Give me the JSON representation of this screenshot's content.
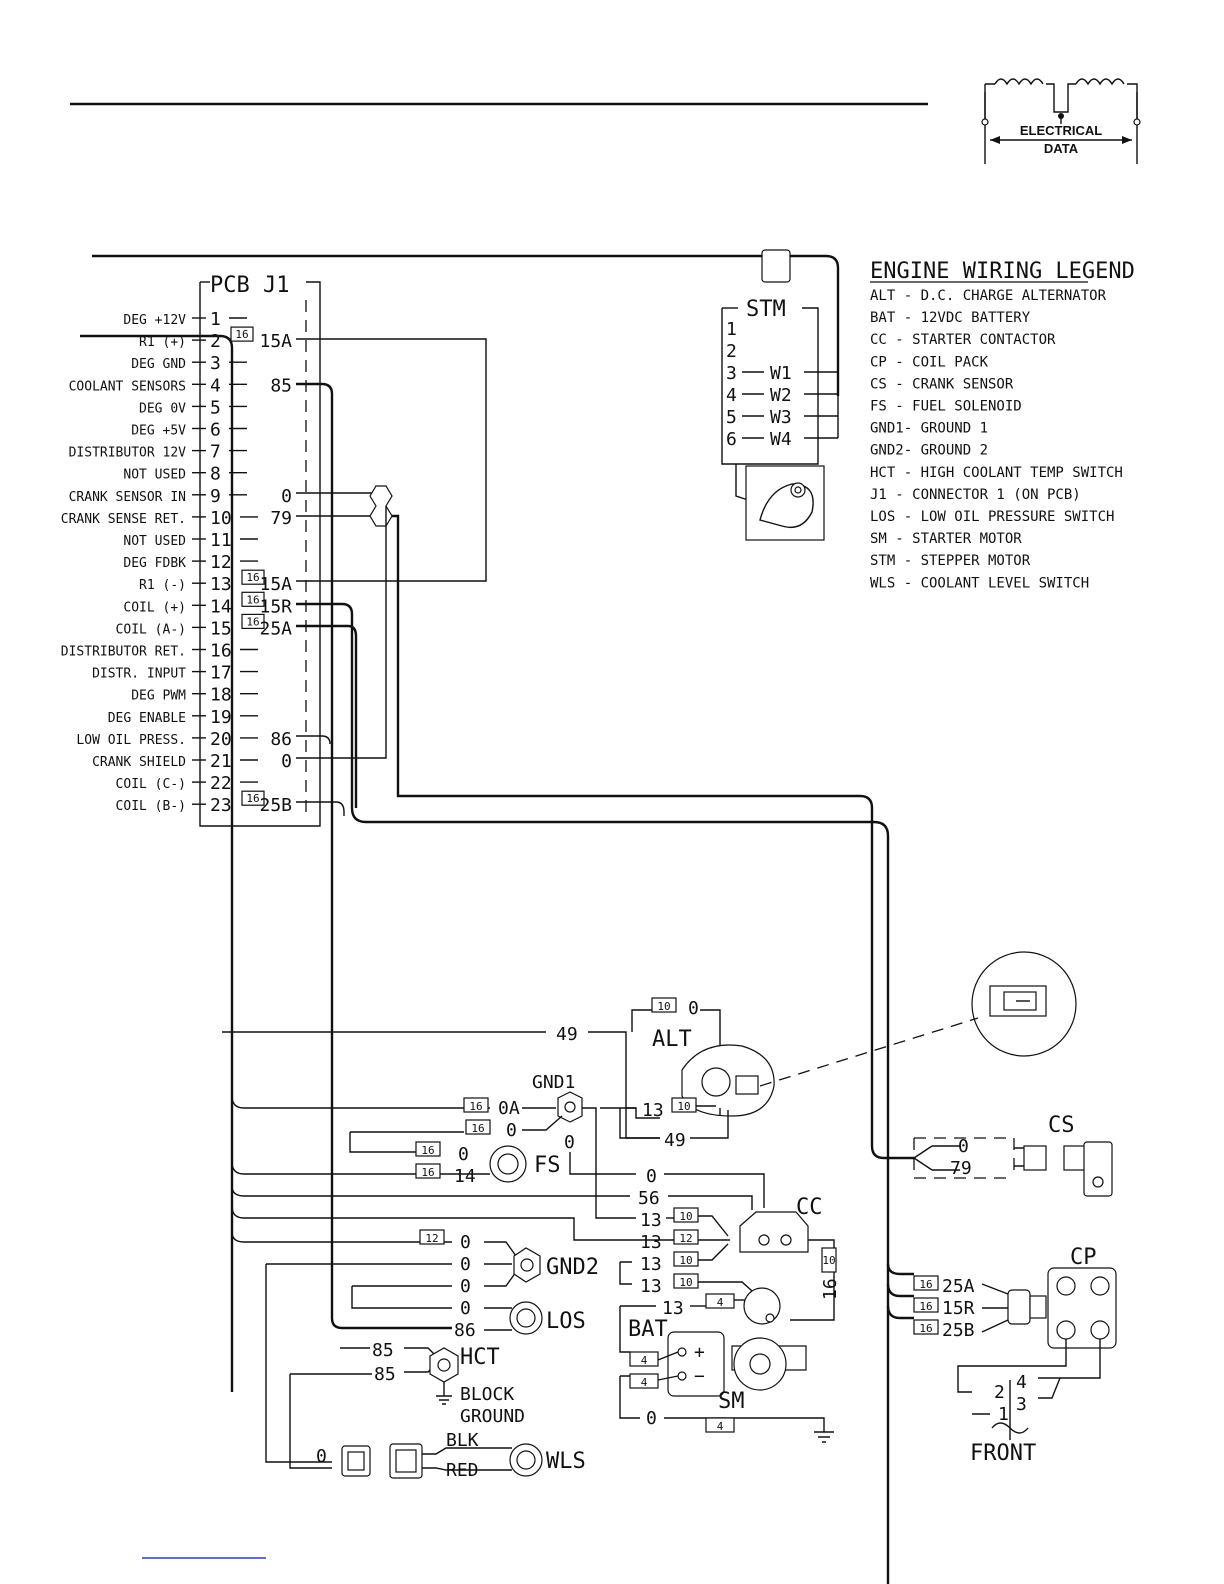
{
  "logo": {
    "line1": "ELECTRICAL",
    "line2": "DATA"
  },
  "pcb": {
    "title": "PCB  J1",
    "pins": [
      {
        "num": "1",
        "name": "DEG +12V",
        "wire": ""
      },
      {
        "num": "2",
        "name": "R1 (+)",
        "wire": "15A",
        "gauge": "16"
      },
      {
        "num": "3",
        "name": "DEG GND",
        "wire": ""
      },
      {
        "num": "4",
        "name": "COOLANT SENSORS",
        "wire": "85"
      },
      {
        "num": "5",
        "name": "DEG 0V",
        "wire": ""
      },
      {
        "num": "6",
        "name": "DEG +5V",
        "wire": ""
      },
      {
        "num": "7",
        "name": "DISTRIBUTOR 12V",
        "wire": ""
      },
      {
        "num": "8",
        "name": "NOT USED",
        "wire": ""
      },
      {
        "num": "9",
        "name": "CRANK SENSOR IN",
        "wire": "0"
      },
      {
        "num": "10",
        "name": "CRANK SENSE RET.",
        "wire": "79"
      },
      {
        "num": "11",
        "name": "NOT USED",
        "wire": ""
      },
      {
        "num": "12",
        "name": "DEG FDBK",
        "wire": ""
      },
      {
        "num": "13",
        "name": "R1 (-)",
        "wire": "15A",
        "gauge": "16"
      },
      {
        "num": "14",
        "name": "COIL (+)",
        "wire": "15R",
        "gauge": "16"
      },
      {
        "num": "15",
        "name": "COIL (A-)",
        "wire": "25A",
        "gauge": "16"
      },
      {
        "num": "16",
        "name": "DISTRIBUTOR RET.",
        "wire": ""
      },
      {
        "num": "17",
        "name": "DISTR. INPUT",
        "wire": ""
      },
      {
        "num": "18",
        "name": "DEG PWM",
        "wire": ""
      },
      {
        "num": "19",
        "name": "DEG ENABLE",
        "wire": ""
      },
      {
        "num": "20",
        "name": "LOW OIL PRESS.",
        "wire": "86"
      },
      {
        "num": "21",
        "name": "CRANK SHIELD",
        "wire": "0"
      },
      {
        "num": "22",
        "name": "COIL (C-)",
        "wire": ""
      },
      {
        "num": "23",
        "name": "COIL (B-)",
        "wire": "25B",
        "gauge": "16"
      }
    ]
  },
  "stm": {
    "title": "STM",
    "pins": [
      "1",
      "2",
      "3",
      "4",
      "5",
      "6"
    ],
    "wires": [
      "W1",
      "W2",
      "W3",
      "W4"
    ]
  },
  "legend": {
    "title": "ENGINE WIRING LEGEND",
    "items": [
      "ALT - D.C. CHARGE ALTERNATOR",
      "BAT - 12VDC BATTERY",
      "CC  - STARTER CONTACTOR",
      "CP  - COIL PACK",
      "CS  - CRANK SENSOR",
      "FS  - FUEL SOLENOID",
      "GND1- GROUND 1",
      "GND2- GROUND 2",
      "HCT - HIGH COOLANT TEMP SWITCH",
      "J1 -  CONNECTOR 1 (ON  PCB)",
      "LOS - LOW OIL PRESSURE SWITCH",
      "SM  - STARTER MOTOR",
      "STM - STEPPER MOTOR",
      "WLS - COOLANT LEVEL SWITCH"
    ]
  },
  "components": {
    "alt": "ALT",
    "gnd1": "GND1",
    "fs": "FS",
    "cc": "CC",
    "gnd2": "GND2",
    "los": "LOS",
    "bat": "BAT",
    "sm": "SM",
    "hct": "HCT",
    "block_ground_1": "BLOCK",
    "block_ground_2": "GROUND",
    "wls": "WLS",
    "cs": "CS",
    "cp": "CP",
    "front": "FRONT"
  },
  "wire_labels": {
    "w49a": "49",
    "w10_alt": "10",
    "w0_alt": "0",
    "w0a": "0A",
    "w0_gnd1": "0",
    "w0_gnd1_down": "0",
    "w13_alt": "13",
    "w49b": "49",
    "w0_fs": "0",
    "w14_fs": "14",
    "w0_cc": "0",
    "w56": "56",
    "w13a": "13",
    "w13b": "13",
    "w13c": "13",
    "w13d": "13",
    "w13_bat": "13",
    "w16_cc": "16",
    "w0_g2a": "0",
    "w0_g2b": "0",
    "w0_g2c": "0",
    "w0_los": "0",
    "w86": "86",
    "w85a": "85",
    "w85b": "85",
    "w0_wls": "0",
    "w_blk": "BLK",
    "w_red": "RED",
    "w0_cs": "0",
    "w79_cs": "79",
    "w25a": "25A",
    "w15r": "15R",
    "w25b": "25B",
    "w0_sm": "0",
    "cp_2": "2",
    "cp_1": "1",
    "cp_4": "4",
    "cp_3": "3",
    "bat_plus": "+",
    "bat_minus": "−"
  },
  "gauges": {
    "g16": "16",
    "g10": "10",
    "g12": "12",
    "g4": "4"
  }
}
